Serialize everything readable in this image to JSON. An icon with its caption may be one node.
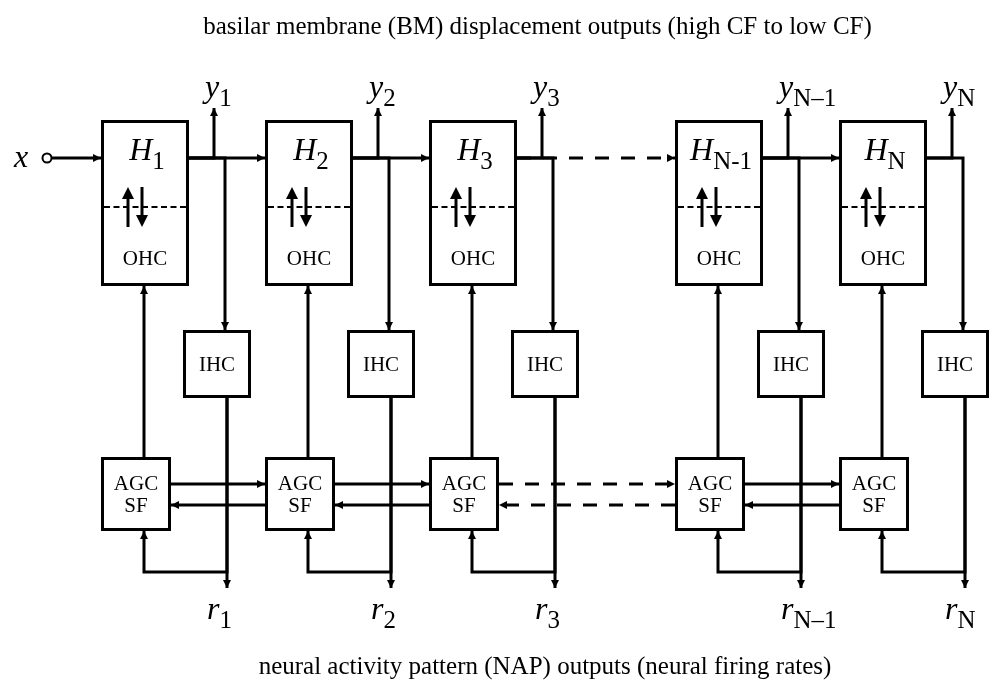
{
  "diagram": {
    "title": "basilar membrane (BM) displacement outputs (high CF to low CF)",
    "caption": "neural activity pattern (NAP) outputs (neural firing rates)",
    "nodes": [
      {
        "text": [
          "x"
        ]
      },
      {
        "text": [
          "y$_{1}$"
        ]
      },
      {
        "text": [
          "H$_{1}$",
          "OHC"
        ]
      },
      {
        "text": [
          "IHC"
        ]
      },
      {
        "text": [
          "AGC SF"
        ]
      },
      {
        "text": [
          "r$_{1}$"
        ]
      },
      {
        "text": [
          "y$_{2}$"
        ]
      },
      {
        "text": [
          "H$_{2}$",
          "OHC"
        ]
      },
      {
        "text": [
          "IHC"
        ]
      },
      {
        "text": [
          "AGC SF"
        ]
      },
      {
        "text": [
          "r$_{2}$"
        ]
      },
      {
        "text": [
          "y$_{3}$"
        ]
      },
      {
        "text": [
          "H$_{3}$",
          "OHC"
        ]
      },
      {
        "text": [
          "IHC"
        ]
      },
      {
        "text": [
          "AGC SF"
        ]
      },
      {
        "text": [
          "r$_{3}$"
        ]
      },
      {
        "text": [
          "y$_{N–1}$"
        ]
      },
      {
        "text": [
          "H$_{N-1}$",
          "OHC"
        ]
      },
      {
        "text": [
          "IHC"
        ]
      },
      {
        "text": [
          "AGC SF"
        ]
      },
      {
        "text": [
          "r$_{N–1}$"
        ]
      },
      {
        "text": [
          "y$_{N}$"
        ]
      },
      {
        "text": [
          "H$_{N}$",
          "OHC"
        ]
      },
      {
        "text": [
          "IHC"
        ]
      },
      {
        "text": [
          "AGC SF"
        ]
      },
      {
        "text": [
          "r$_{N}$"
        ]
      }
    ],
    "edges": [
      {
        "from": 0,
        "to": 2,
        "arrow": "to"
      },
      {
        "from": 2,
        "to": 1,
        "arrow": "to"
      },
      {
        "from": 2,
        "to": 3,
        "arrow": "to"
      },
      {
        "from": 3,
        "to": 5,
        "arrow": "to"
      },
      {
        "from": 3,
        "to": 4,
        "arrow": "to"
      },
      {
        "from": 4,
        "to": 2,
        "arrow": "to"
      },
      {
        "from": 7,
        "to": 6,
        "arrow": "to"
      },
      {
        "from": 7,
        "to": 8,
        "arrow": "to"
      },
      {
        "from": 8,
        "to": 10,
        "arrow": "to"
      },
      {
        "from": 8,
        "to": 9,
        "arrow": "to"
      },
      {
        "from": 9,
        "to": 7,
        "arrow": "to"
      },
      {
        "from": 12,
        "to": 11,
        "arrow": "to"
      },
      {
        "from": 12,
        "to": 13,
        "arrow": "to"
      },
      {
        "from": 13,
        "to": 15,
        "arrow": "to"
      },
      {
        "from": 13,
        "to": 14,
        "arrow": "to"
      },
      {
        "from": 14,
        "to": 12,
        "arrow": "to"
      },
      {
        "from": 17,
        "to": 16,
        "arrow": "to"
      },
      {
        "from": 17,
        "to": 18,
        "arrow": "to"
      },
      {
        "from": 18,
        "to": 20,
        "arrow": "to"
      },
      {
        "from": 18,
        "to": 19,
        "arrow": "to"
      },
      {
        "from": 19,
        "to": 17,
        "arrow": "to"
      },
      {
        "from": 22,
        "to": 21,
        "arrow": "to"
      },
      {
        "from": 22,
        "to": 23,
        "arrow": "to"
      },
      {
        "from": 23,
        "to": 25,
        "arrow": "to"
      },
      {
        "from": 23,
        "to": 24,
        "arrow": "to"
      },
      {
        "from": 24,
        "to": 22,
        "arrow": "to"
      },
      {
        "from": 2,
        "to": 7,
        "arrow": "to"
      },
      {
        "from": 7,
        "to": 12,
        "arrow": "to"
      },
      {
        "from": 12,
        "to": 17,
        "arrow": "to",
        "style": "dashed"
      },
      {
        "from": 17,
        "to": 22,
        "arrow": "to"
      },
      {
        "from": 4,
        "to": 9,
        "arrow": "to"
      },
      {
        "from": 9,
        "to": 4,
        "arrow": "to"
      },
      {
        "from": 9,
        "to": 14,
        "arrow": "to"
      },
      {
        "from": 14,
        "to": 9,
        "arrow": "to"
      },
      {
        "from": 14,
        "to": 19,
        "arrow": "to",
        "style": "dashed"
      },
      {
        "from": 19,
        "to": 14,
        "arrow": "to",
        "style": "dashed"
      },
      {
        "from": 19,
        "to": 24,
        "arrow": "to"
      },
      {
        "from": 24,
        "to": 19,
        "arrow": "to"
      }
    ]
  }
}
